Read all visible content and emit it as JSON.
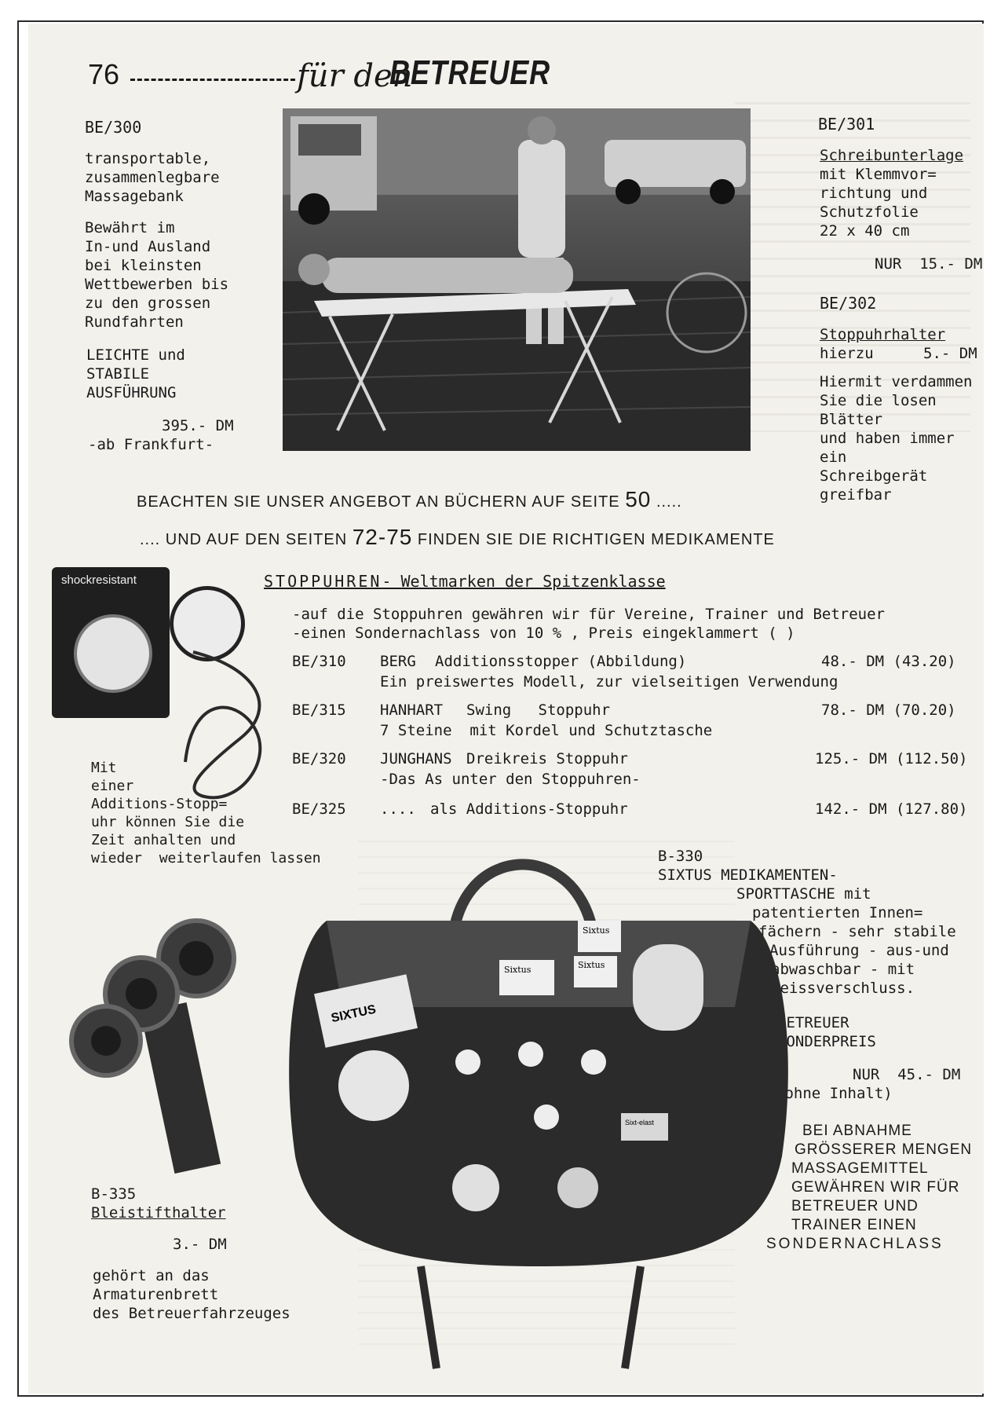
{
  "header": {
    "page_number": "76",
    "script_text": "für den",
    "title": "BETREUER"
  },
  "be300": {
    "code": "BE/300",
    "desc": [
      "transportable,",
      "zusammenlegbare",
      "Massagebank"
    ],
    "praise": [
      "Bewährt im",
      "In-und Ausland",
      "bei kleinsten",
      "Wettbewerben bis",
      "zu den grossen",
      "Rundfahrten"
    ],
    "quality": [
      "LEICHTE und",
      "STABILE",
      "AUSFÜHRUNG"
    ],
    "price": "395.- DM",
    "note": "-ab Frankfurt-"
  },
  "be301": {
    "code": "BE/301",
    "name": "Schreibunterlage",
    "desc": [
      "mit Klemmvor=",
      "richtung und",
      "Schutzfolie",
      "22 x 40 cm"
    ],
    "price": "NUR  15.- DM"
  },
  "be302": {
    "code": "BE/302",
    "name": "Stoppuhrhalter",
    "sub": "hierzu",
    "price": "5.- DM",
    "desc": [
      "Hiermit verdammen",
      "Sie die losen Blätter",
      "und haben immer ein",
      "Schreibgerät greifbar"
    ]
  },
  "notices": {
    "books_text": "BEACHTEN SIE UNSER ANGEBOT AN BÜCHERN AUF SEITE",
    "books_page": "50",
    "books_dots": ".....",
    "meds_prefix": ".... UND AUF DEN SEITEN",
    "meds_pages": "72-75",
    "meds_text": "FINDEN SIE DIE RICHTIGEN MEDIKAMENTE"
  },
  "stopwatch_photo": {
    "label": "shockresistant"
  },
  "stopwatches": {
    "heading": "STOPPUHREN",
    "subheading": "- Weltmarken der Spitzenklasse",
    "intro": [
      "-auf die Stoppuhren gewähren wir für Vereine, Trainer und Betreuer",
      "-einen Sondernachlass von 10 % , Preis eingeklammert (  )"
    ],
    "items": [
      {
        "code": "BE/310",
        "brand": "BERG",
        "name": "Additionsstopper (Abbildung)",
        "desc": "Ein preiswertes Modell, zur vielseitigen Verwendung",
        "price": "48.- DM (43.20)"
      },
      {
        "code": "BE/315",
        "brand": "HANHART",
        "name": "Swing   Stoppuhr",
        "desc": "7 Steine  mit Kordel und Schutztasche",
        "price": "78.- DM (70.20)"
      },
      {
        "code": "BE/320",
        "brand": "JUNGHANS",
        "name": "Dreikreis Stoppuhr",
        "desc": "-Das As unter den Stoppuhren-",
        "price": "125.- DM (112.50)"
      },
      {
        "code": "BE/325",
        "brand": "....",
        "name": "als Additions-Stoppuhr",
        "desc": "",
        "price": "142.- DM (127.80)"
      }
    ],
    "side_note": [
      "Mit",
      "einer",
      "Additions-Stopp=",
      "uhr können Sie die",
      "Zeit anhalten und",
      "wieder  weiterlaufen lassen"
    ]
  },
  "b330": {
    "code": "B-330",
    "name": "SIXTUS MEDIKAMENTEN-",
    "desc": [
      "SPORTTASCHE  mit",
      "patentierten Innen=",
      "fächern - sehr stabile",
      "Ausführung - aus-und",
      "abwaschbar - mit",
      "Reissverschluss."
    ],
    "special": [
      "BETREUER",
      "SONDERPREIS"
    ],
    "price": "NUR  45.- DM",
    "note": "(ohne Inhalt)",
    "bag_labels": [
      "SIXTUS",
      "Sixtus",
      "Sixtus",
      "Sixtus",
      "Sixt-elast"
    ]
  },
  "bulk": {
    "lines": [
      "BEI ABNAHME",
      "GRÖSSERER MENGEN",
      "MASSAGEMITTEL",
      "GEWÄHREN WIR FÜR",
      "BETREUER UND",
      "TRAINER EINEN",
      "SONDERNACHLASS"
    ]
  },
  "b335": {
    "code": "B-335",
    "name": "Bleistifthalter",
    "price": "3.- DM",
    "desc": [
      "gehört an das",
      "Armaturenbrett",
      "des Betreuerfahrzeuges"
    ]
  },
  "colors": {
    "page": "#f3f1ec",
    "ink": "#1a1a1a",
    "ghost": "#c4c1ba"
  }
}
